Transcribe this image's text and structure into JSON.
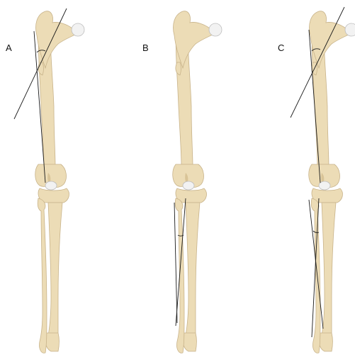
{
  "panels": [
    {
      "label": "A",
      "title": ""
    },
    {
      "label": "B",
      "title": ""
    },
    {
      "label": "C",
      "title": ""
    }
  ],
  "colors": {
    "bone": "#ecdcb6",
    "bone_outline": "#c8b38a",
    "femoral_head": "#f2f2f2",
    "axis_line": "#1a1a1a"
  }
}
